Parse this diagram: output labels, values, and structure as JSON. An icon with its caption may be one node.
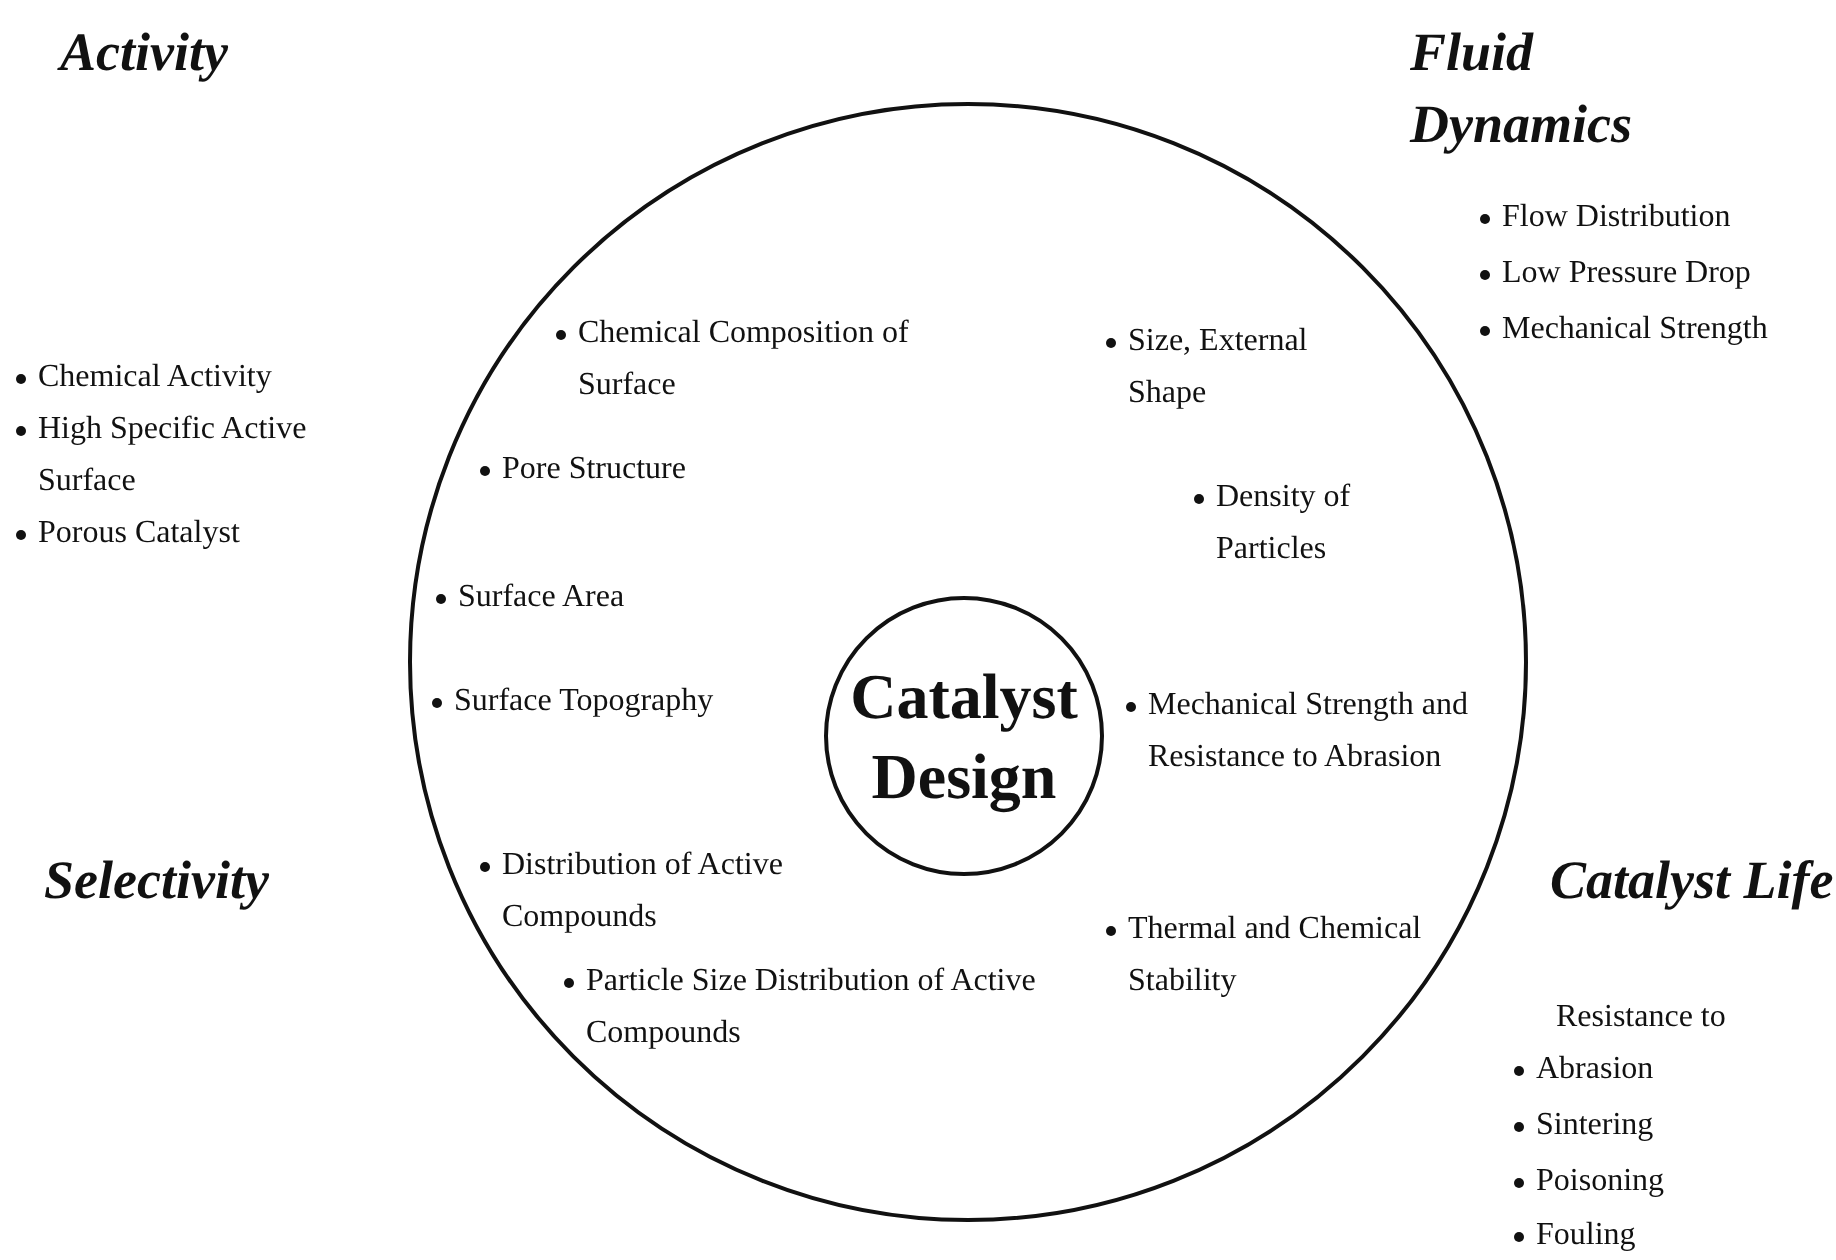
{
  "diagram": {
    "nodes": [
      {
        "text": [],
        "shape": "circle"
      },
      {
        "text": [
          "Catalyst Design"
        ],
        "in": 0
      }
    ],
    "labels": [
      "Activity",
      "Fluid Dynamics",
      "Flow Distribution",
      "Low Pressure Drop",
      "Mechanical Strength",
      "Chemical Activity",
      "High Specific Active Surface",
      "Porous Catalyst",
      "Chemical Composition of Surface",
      "Size, External Shape",
      "Pore Structure",
      "Density of Particles",
      "Surface Area",
      "Surface Topography",
      "Mechanical Strength and Resistance to Abrasion",
      "Distribution of Active Compounds",
      "Selectivity",
      "Thermal and Chemical Stability",
      "Catalyst Life",
      "Particle Size Distribution of Active Compounds",
      "Resistance to",
      "Abrasion",
      "Sintering",
      "Poisoning",
      "Fouling"
    ]
  }
}
